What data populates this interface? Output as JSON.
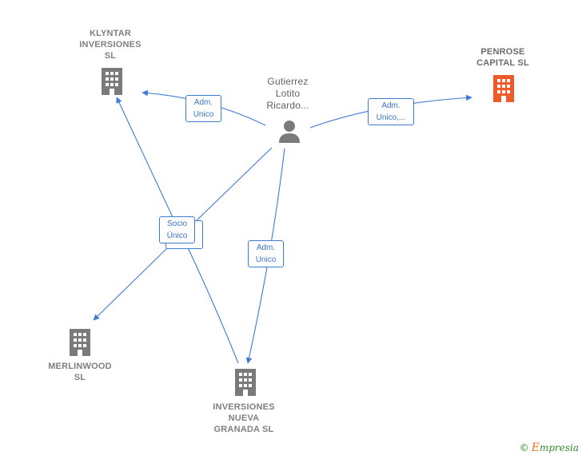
{
  "nodes": {
    "klyntar": {
      "label": "KLYNTAR\nINVERSIONES\nSL",
      "icon": "building-icon",
      "color": "#7a7a7a"
    },
    "penrose": {
      "label": "PENROSE\nCAPITAL  SL",
      "icon": "building-icon",
      "color": "#f05a28"
    },
    "person": {
      "label": "Gutierrez\nLotito\nRicardo...",
      "icon": "person-icon",
      "color": "#7a7a7a"
    },
    "merlinwood": {
      "label": "MERLINWOOD\nSL",
      "icon": "building-icon",
      "color": "#7a7a7a"
    },
    "granada": {
      "label": "INVERSIONES\nNUEVA\nGRANADA  SL",
      "icon": "building-icon",
      "color": "#7a7a7a"
    }
  },
  "edges": {
    "to_klyntar": "Adm.\nUnico",
    "to_penrose": "Adm.\nUnico,...",
    "to_granada": "Adm.\nUnico",
    "socio": "Socio\nÚnico"
  },
  "colors": {
    "edge": "#3e7bd4",
    "edge_label_text": "#3b73c8"
  },
  "brand": {
    "copyright": "©",
    "e_letter": "E",
    "name": "mpresia"
  }
}
